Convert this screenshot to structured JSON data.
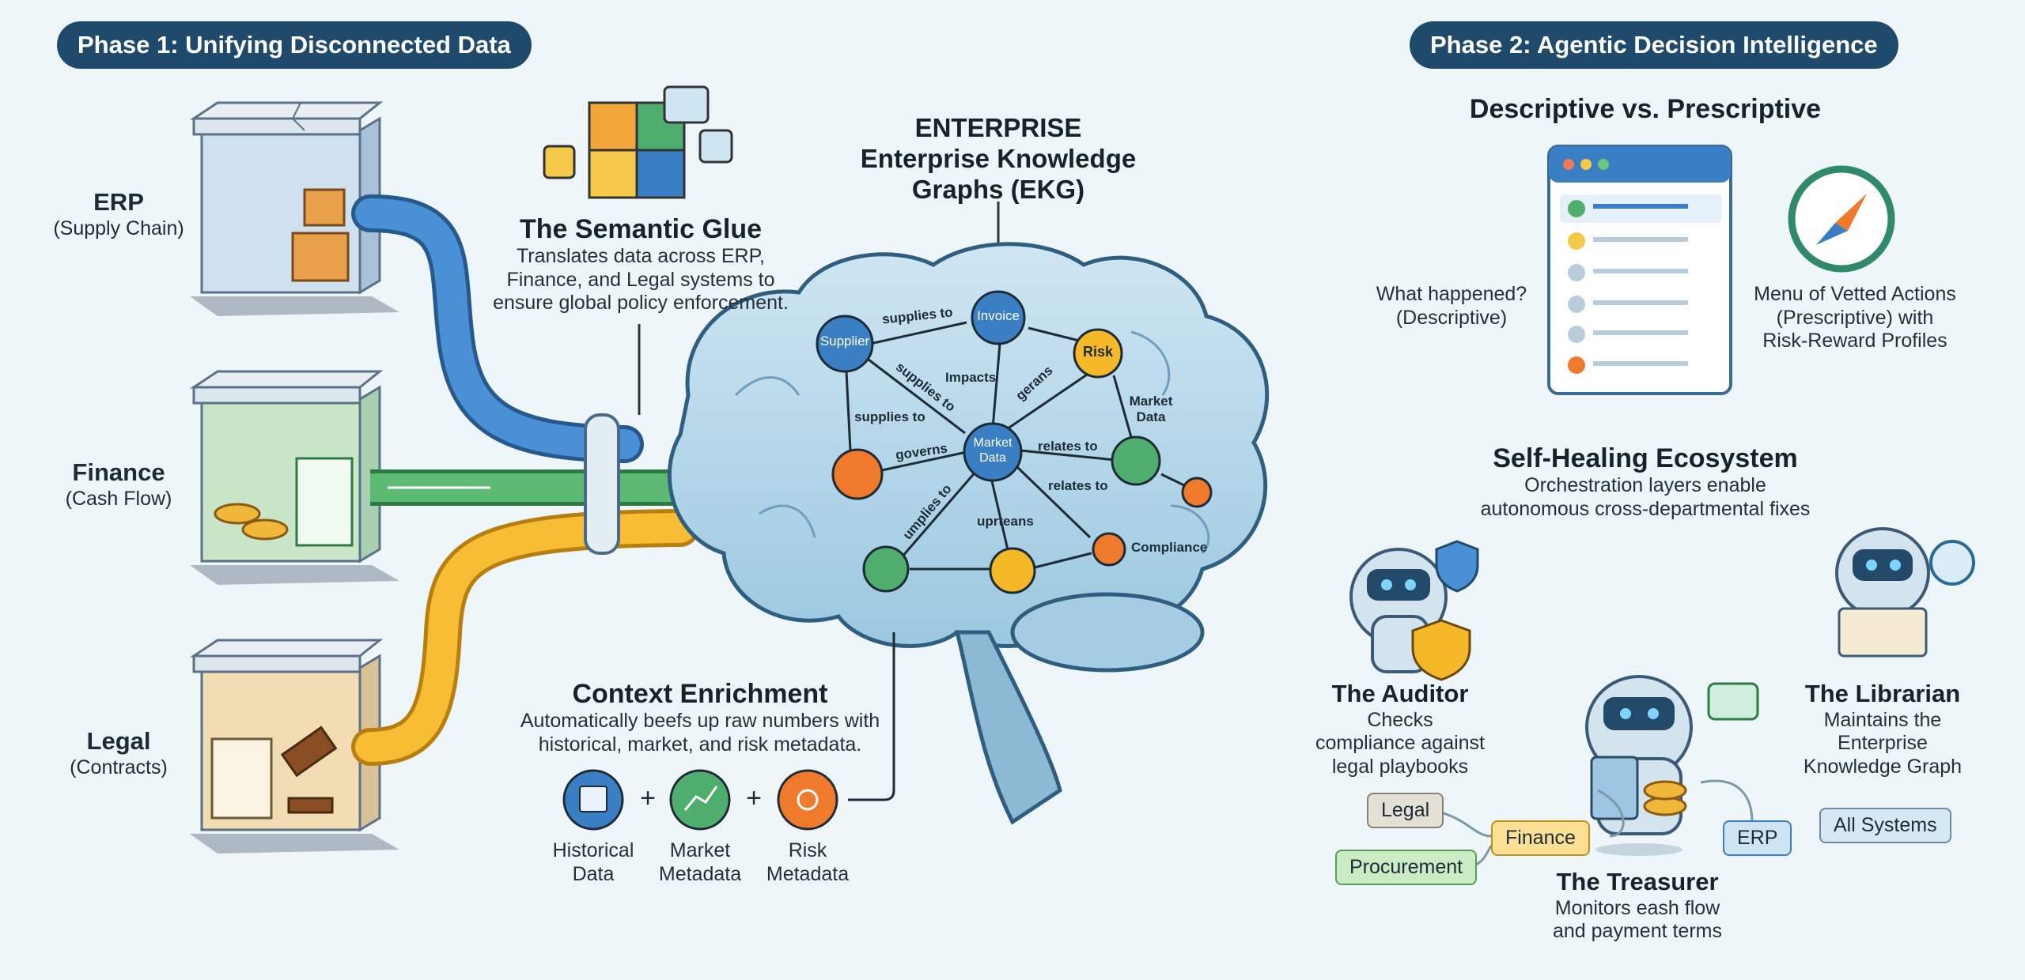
{
  "phase1": {
    "label": "Phase 1: Unifying Disconnected Data"
  },
  "phase2": {
    "label": "Phase 2: Agentic Decision Intelligence"
  },
  "silos": [
    {
      "title": "ERP",
      "subtitle": "(Supply Chain)",
      "color": "#3a7fc4"
    },
    {
      "title": "Finance",
      "subtitle": "(Cash Flow)",
      "color": "#4fae6d"
    },
    {
      "title": "Legal",
      "subtitle": "(Contracts)",
      "color": "#f2b531"
    }
  ],
  "semantic_glue": {
    "title": "The Semantic Glue",
    "lines": [
      "Translates data across ERP,",
      "Finance, and Legal systems to",
      "ensure global policy enforcement."
    ]
  },
  "ekg": {
    "lines": [
      "ENTERPRISE",
      "Enterprise Knowledge",
      "Graphs (EKG)"
    ]
  },
  "graph": {
    "nodes": [
      {
        "id": "supplier",
        "label": "Supplier",
        "color": "#3a7fc4"
      },
      {
        "id": "invoice",
        "label": "Invoice",
        "color": "#3a7fc4"
      },
      {
        "id": "risk",
        "label": "Risk",
        "color": "#f4b829"
      },
      {
        "id": "market",
        "label": "Market Data",
        "color": "#3a7fc4"
      }
    ],
    "edges": [
      "supplies to",
      "Impacts",
      "supplies to",
      "gerans",
      "supplies to",
      "governs",
      "relates to",
      "relates to",
      "umplies to",
      "uprteans"
    ],
    "labels": [
      "Market Data",
      "Compliance"
    ]
  },
  "context": {
    "title": "Context Enrichment",
    "lines": [
      "Automatically beefs up raw numbers with",
      "historical, market, and risk metadata."
    ],
    "items": [
      {
        "label": "Historical Data",
        "color": "#3a7fc4",
        "icon": "calendar-clock-icon"
      },
      {
        "label": "Market Metadata",
        "color": "#4fae6d",
        "icon": "bar-chart-icon"
      },
      {
        "label": "Risk Metadata",
        "color": "#f07a2c",
        "icon": "alert-sun-icon"
      }
    ],
    "plus": "+"
  },
  "descriptive": {
    "title": "Descriptive vs. Prescriptive",
    "left": [
      "What happened?",
      "(Descriptive)"
    ],
    "right": [
      "Menu of Vetted Actions",
      "(Prescriptive) with",
      "Risk-Reward Profiles"
    ]
  },
  "self_healing": {
    "title": "Self-Healing Ecosystem",
    "lines": [
      "Orchestration layers enable",
      "autonomous cross-departmental fixes"
    ]
  },
  "agents": [
    {
      "name": "The Auditor",
      "lines": [
        "Checks",
        "compliance against",
        "legal playbooks"
      ]
    },
    {
      "name": "The Treasurer",
      "lines": [
        "Monitors eash flow",
        "and payment terms"
      ]
    },
    {
      "name": "The Librarian",
      "lines": [
        "Maintains the",
        "Enterprise",
        "Knowledge Graph"
      ]
    }
  ],
  "tags": {
    "legal": "Legal",
    "finance": "Finance",
    "procurement": "Procurement",
    "erp": "ERP",
    "all_systems": "All Systems"
  }
}
